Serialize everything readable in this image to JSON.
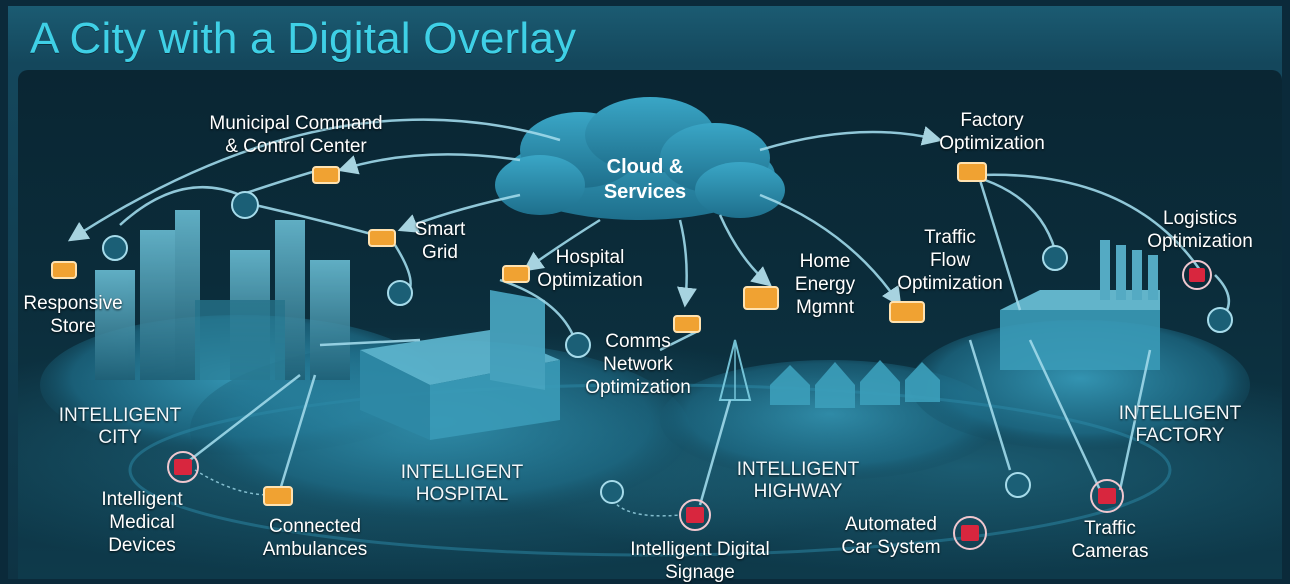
{
  "title": "A City with a Digital Overlay",
  "cloud": {
    "line1": "Cloud &",
    "line2": "Services"
  },
  "zones": {
    "city": [
      "INTELLIGENT",
      "CITY"
    ],
    "hospital": [
      "INTELLIGENT",
      "HOSPITAL"
    ],
    "highway": [
      "INTELLIGENT",
      "HIGHWAY"
    ],
    "factory": [
      "INTELLIGENT",
      "FACTORY"
    ]
  },
  "labels": {
    "municipal": [
      "Municipal Command",
      "& Control Center"
    ],
    "responsive_store": [
      "Responsive",
      "Store"
    ],
    "smart_grid": [
      "Smart",
      "Grid"
    ],
    "hospital_opt": [
      "Hospital",
      "Optimization"
    ],
    "comms": [
      "Comms",
      "Network",
      "Optimization"
    ],
    "home_energy": [
      "Home",
      "Energy",
      "Mgmnt"
    ],
    "traffic_flow": [
      "Traffic",
      "Flow",
      "Optimization"
    ],
    "factory_opt": [
      "Factory",
      "Optimization"
    ],
    "logistics": [
      "Logistics",
      "Optimization"
    ],
    "medical_devices": [
      "Intelligent",
      "Medical",
      "Devices"
    ],
    "ambulances": [
      "Connected",
      "Ambulances"
    ],
    "signage": [
      "Intelligent Digital",
      "Signage"
    ],
    "car_system": [
      "Automated",
      "Car System"
    ],
    "traffic_cameras": [
      "Traffic",
      "Cameras"
    ]
  },
  "colors": {
    "title": "#3fd0e6",
    "cloud": "#2f94b3",
    "service_node": "#f0a232",
    "device_node": "#d8263e",
    "arrow": "#9fd9ea",
    "platform": "#2f8fae"
  }
}
